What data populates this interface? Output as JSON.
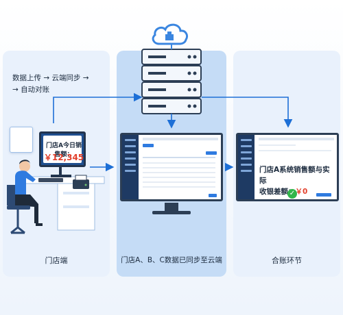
{
  "flow_note": {
    "line1": "数据上传 → 云端同步 →",
    "line2": "→ 自动对账"
  },
  "left_monitor": {
    "label": "门店A今日销售额：",
    "amount": "￥12,345"
  },
  "reconcile_popup": {
    "line1": "门店A系统销售额与实际",
    "line2_prefix": "收银差额：",
    "line2_value": "￥0"
  },
  "captions": {
    "left": "门店端",
    "middle": "门店A、B、C数据已同步至云端",
    "right": "合账环节"
  },
  "icons": [
    "cloud-icon",
    "server-icon",
    "check-icon",
    "user-icon",
    "printer-icon"
  ],
  "colors": {
    "accent": "#2f7be0",
    "highlight_panel": "#c5dcf6",
    "side_panel": "#e9f1fc",
    "amount_red": "#e2402c",
    "check_green": "#31b54a"
  }
}
